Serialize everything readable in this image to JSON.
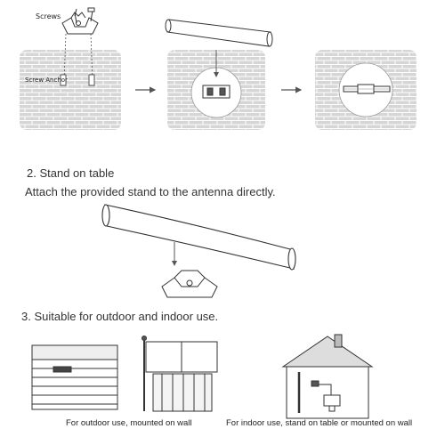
{
  "labels": {
    "screws": "Screws",
    "screw_anchor": "Screw Anchor"
  },
  "step2": {
    "title": "2. Stand on table",
    "instruction": "Attach the provided stand to the antenna directly."
  },
  "step3": {
    "title": "3. Suitable for outdoor and indoor use."
  },
  "captions": {
    "outdoor": "For outdoor use, mounted on wall",
    "indoor": "For indoor use, stand on table or mounted on wall"
  },
  "colors": {
    "brick_fill": "#d6d6d6",
    "brick_line": "#ffffff",
    "outline": "#333333",
    "arrow": "#555555"
  }
}
